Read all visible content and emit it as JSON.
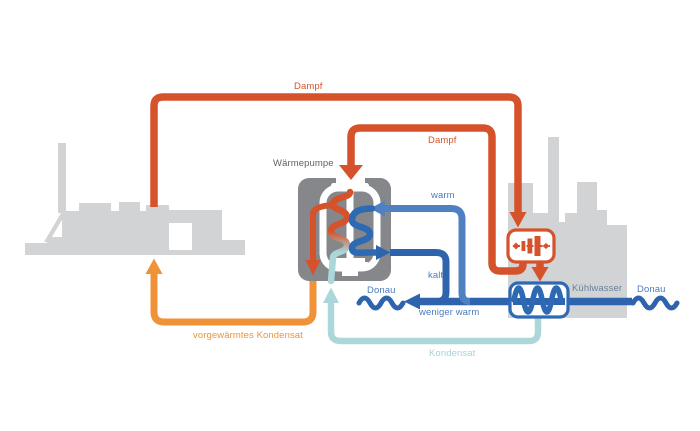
{
  "diagram": {
    "type": "energy-flow-schematic",
    "labels": {
      "dampf_main": "Dampf",
      "dampf_heatpump": "Dampf",
      "waermepumpe": "Wärmepumpe",
      "warm": "warm",
      "kalt": "kalt",
      "donau_left": "Donau",
      "weniger_warm": "weniger warm",
      "kuehlwasser": "Kühlwasser",
      "donau_right": "Donau",
      "kondensat": "Kondensat",
      "vorgewaermtes_kondensat": "vorgewärmtes Kondensat"
    },
    "icons": [
      "factory-silhouette-left-icon",
      "powerplant-silhouette-right-icon",
      "heat-pump-vessel-icon",
      "turbine-icon",
      "cooling-water-heat-exchanger-icon",
      "river-wave-icon"
    ],
    "colors": {
      "steam_red": "#d5522b",
      "condensate_orange": "#f09238",
      "water_dark_blue": "#2e64ae",
      "water_medium_blue": "#4e80c2",
      "condensate_pale": "#abd7db",
      "silhouette_gray": "#d2d3d5",
      "heatpump_box_gray": "#85878a",
      "label_gray": "#5f6163",
      "kuehlwasser_label_blue": "#68829e",
      "background": "#ffffff"
    }
  }
}
